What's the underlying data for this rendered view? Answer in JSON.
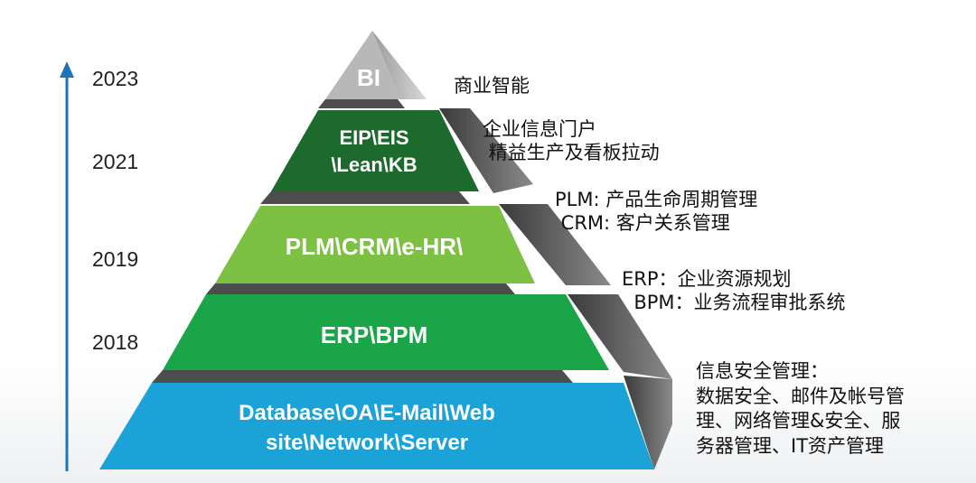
{
  "colors": {
    "arrow": "#1f73b7",
    "bi": "#b8b8b8",
    "eip": "#1c6a2c",
    "plm": "#7dc144",
    "erp": "#1aa548",
    "db": "#1ba3d8",
    "side": "#555555",
    "slab": "#4d4d4d"
  },
  "years": [
    "2023",
    "2021",
    "2019",
    "2018"
  ],
  "levels": [
    {
      "id": "bi",
      "lines": [
        "BI"
      ]
    },
    {
      "id": "eip",
      "lines": [
        "EIP\\EIS",
        "\\Lean\\KB"
      ]
    },
    {
      "id": "plm",
      "lines": [
        "PLM\\CRM\\e-HR\\"
      ]
    },
    {
      "id": "erp",
      "lines": [
        "ERP\\BPM"
      ]
    },
    {
      "id": "db",
      "lines": [
        "Database\\OA\\E-Mail\\Web",
        "site\\Network\\Server"
      ]
    }
  ],
  "descriptions": [
    {
      "id": "bi",
      "lines": [
        "商业智能"
      ]
    },
    {
      "id": "eip",
      "lines": [
        "企业信息门户",
        " 精益生产及看板拉动"
      ]
    },
    {
      "id": "plm",
      "lines": [
        "PLM: 产品生命周期管理",
        " CRM: 客户关系管理"
      ]
    },
    {
      "id": "erp",
      "lines": [
        "ERP：企业资源规划",
        "  BPM：业务流程审批系统"
      ]
    },
    {
      "id": "db",
      "lines": [
        "信息安全管理：",
        "数据安全、邮件及帐号管",
        "理、网络管理&安全、服",
        "务器管理、IT资产管理"
      ]
    }
  ]
}
